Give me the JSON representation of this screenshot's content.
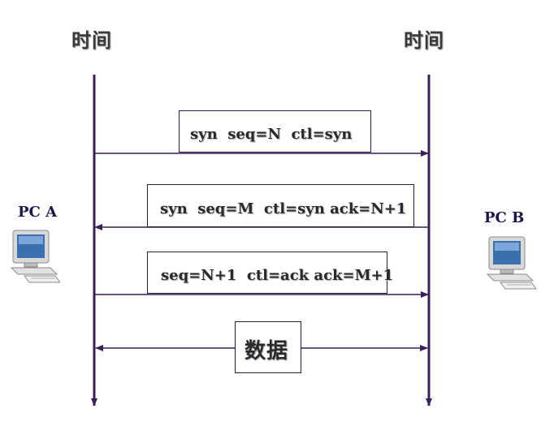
{
  "header": {
    "left_time": "时间",
    "right_time": "时间"
  },
  "hosts": {
    "a": "PC A",
    "b": "PC B"
  },
  "messages": [
    {
      "text": "syn  seq=N  ctl=syn",
      "direction": "a-to-b"
    },
    {
      "text": "syn  seq=M  ctl=syn ack=N+1",
      "direction": "b-to-a"
    },
    {
      "text": "seq=N+1  ctl=ack ack=M+1",
      "direction": "a-to-b"
    }
  ],
  "data_exchange": {
    "label": "数据",
    "direction": "both"
  },
  "colors": {
    "line": "#3a1f5a",
    "text": "#2a2a2a",
    "box_border": "#2a1a4a"
  },
  "icons": [
    "computer-icon",
    "computer-icon"
  ]
}
